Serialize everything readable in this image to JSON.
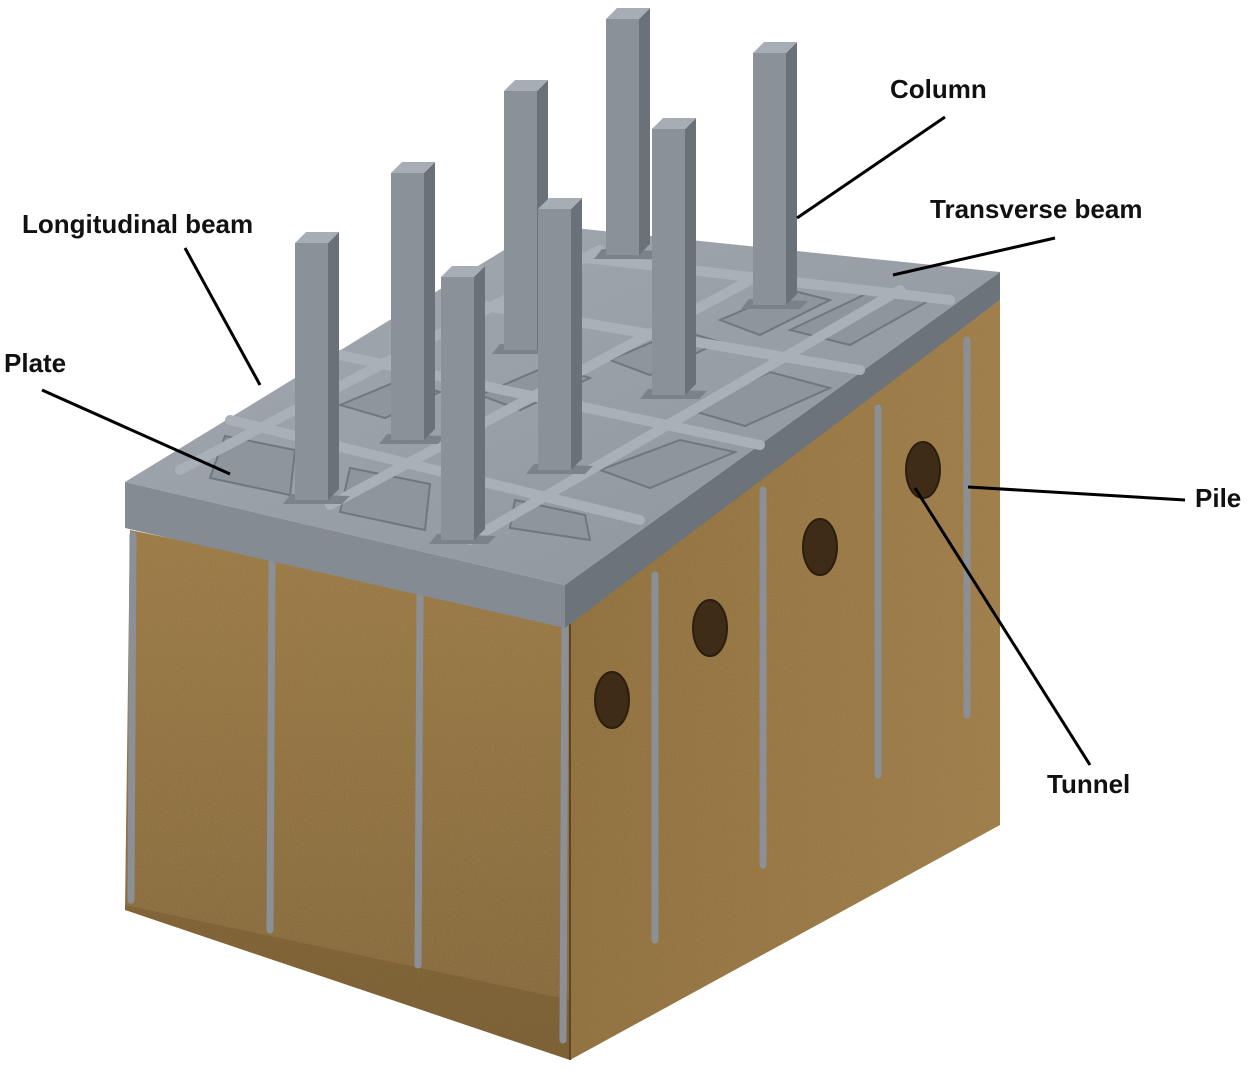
{
  "labels": {
    "column": "Column",
    "transverse_beam": "Transverse beam",
    "longitudinal_beam": "Longitudinal beam",
    "plate": "Plate",
    "pile": "Pile",
    "tunnel": "Tunnel"
  },
  "colors": {
    "concrete_light": "#9aa1a8",
    "concrete_mid": "#7d848b",
    "concrete_dark": "#5f666d",
    "soil_front": "#8a6a3c",
    "soil_side": "#7a5a30",
    "soil_dark": "#5e4524",
    "pile": "#8b9096",
    "leader": "#000000"
  }
}
